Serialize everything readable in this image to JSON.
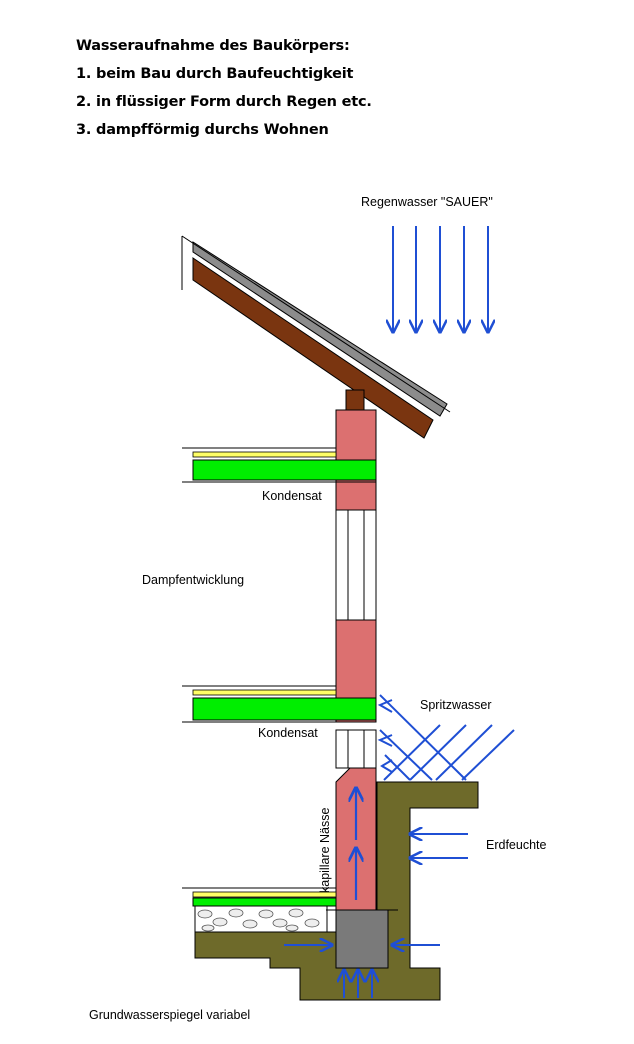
{
  "title_block": {
    "heading": "Wasseraufnahme des Baukörpers:",
    "items": [
      "1. beim Bau durch Baufeuchtigkeit",
      "2. in flüssiger Form durch Regen etc.",
      "3. dampfförmig durchs Wohnen"
    ]
  },
  "labels": {
    "rain": "Regenwasser \"SAUER\"",
    "condensate_top": "Kondensat",
    "vapor": "Dampfentwicklung",
    "splash": "Spritzwasser",
    "condensate_bottom": "Kondensat",
    "capillary": "kapillare Nässe",
    "soil_moisture": "Erdfeuchte",
    "groundwater": "Grundwasserspiegel variabel"
  },
  "colors": {
    "arrow_blue": "#1f4fd4",
    "wall_pink": "#dc7070",
    "slab_green": "#00ee00",
    "insulation_yellow": "#ffff66",
    "soil_olive": "#6e6a2a",
    "foundation_grey": "#7a7a7a",
    "roof_brown": "#7a3510",
    "roof_cover_grey": "#8c8c8c"
  }
}
